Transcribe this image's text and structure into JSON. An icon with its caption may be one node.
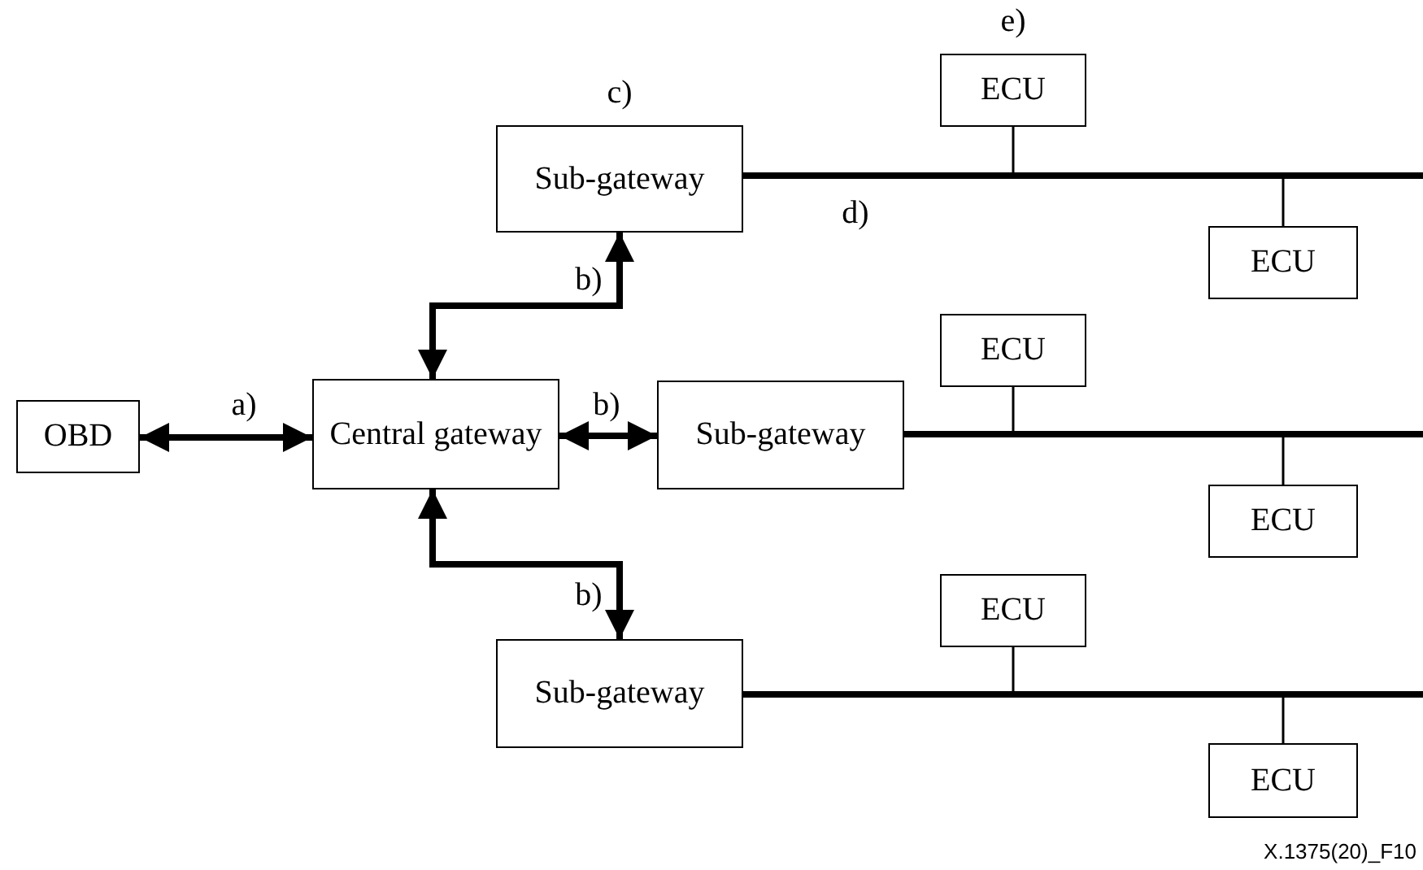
{
  "diagram": {
    "nodes": [
      {
        "text": [
          "OBD"
        ]
      },
      {
        "text": [
          "Central gateway"
        ]
      },
      {
        "text": [
          "Sub-gateway"
        ],
        "beside": [
          "c)"
        ]
      },
      {
        "text": [
          "Sub-gateway"
        ]
      },
      {
        "text": [
          "Sub-gateway"
        ]
      },
      {
        "text": [
          "ECU"
        ],
        "beside": [
          "e)"
        ]
      },
      {
        "text": [
          "ECU"
        ]
      },
      {
        "text": [
          "ECU"
        ]
      },
      {
        "text": [
          "ECU"
        ]
      },
      {
        "text": [
          "ECU"
        ]
      },
      {
        "text": [
          "ECU"
        ]
      },
      {
        "text": [],
        "shape": "bar",
        "beside": [
          "d)"
        ]
      },
      {
        "text": [],
        "shape": "bar"
      },
      {
        "text": [],
        "shape": "bar"
      }
    ],
    "edges": [
      {
        "from": 0,
        "to": 1,
        "arrow": "both",
        "label": "a)",
        "style": "thick"
      },
      {
        "from": 1,
        "to": 2,
        "arrow": "both",
        "label": "b)",
        "style": "thick"
      },
      {
        "from": 1,
        "to": 3,
        "arrow": "both",
        "label": "b)",
        "style": "thick"
      },
      {
        "from": 1,
        "to": 4,
        "arrow": "both",
        "label": "b)",
        "style": "thick"
      },
      {
        "from": 5,
        "to": 11,
        "arrow": "none"
      },
      {
        "from": 6,
        "to": 11,
        "arrow": "none"
      },
      {
        "from": 7,
        "to": 12,
        "arrow": "none"
      },
      {
        "from": 8,
        "to": 12,
        "arrow": "none"
      },
      {
        "from": 9,
        "to": 13,
        "arrow": "none"
      },
      {
        "from": 10,
        "to": 13,
        "arrow": "none"
      }
    ],
    "labels": [
      "X.1375(20)_F10"
    ]
  }
}
